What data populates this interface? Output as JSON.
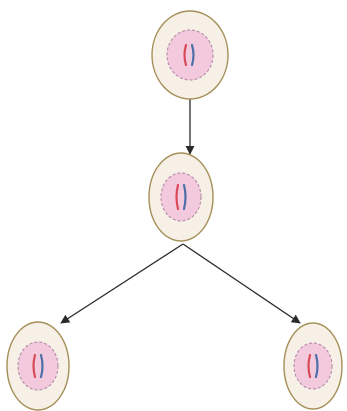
{
  "diagram": {
    "type": "cell-division-tree",
    "colors": {
      "background": "#ffffff",
      "cell_fill": "#f6f0e6",
      "cell_border": "#a58f58",
      "nucleus_fill": "#f3c9dd",
      "nucleus_border": "#b58aa6",
      "chromosome_red": "#d84a5a",
      "chromosome_blue": "#4f6fa8",
      "arrow": "#2b2b2b"
    },
    "cells": [
      {
        "id": "parent-cell",
        "chromosome_count": 2
      },
      {
        "id": "intermediate-cell",
        "chromosome_count": 2
      },
      {
        "id": "daughter-cell-left",
        "chromosome_count": 2
      },
      {
        "id": "daughter-cell-right",
        "chromosome_count": 2
      }
    ],
    "connections": [
      {
        "from": "parent-cell",
        "to": "intermediate-cell"
      },
      {
        "from": "intermediate-cell",
        "to": "daughter-cell-left"
      },
      {
        "from": "intermediate-cell",
        "to": "daughter-cell-right"
      }
    ]
  }
}
